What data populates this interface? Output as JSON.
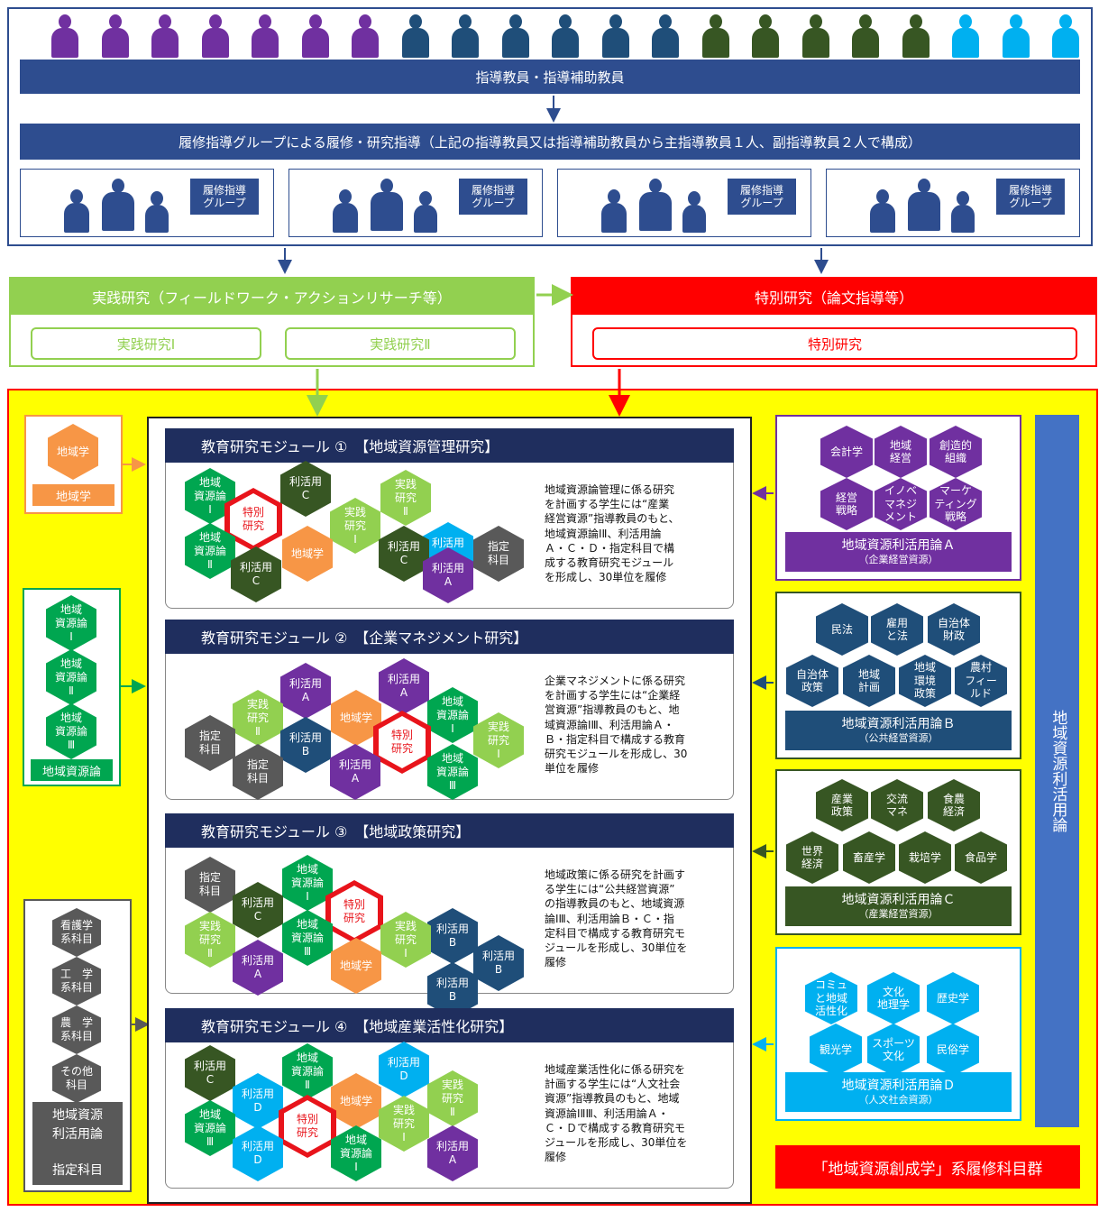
{
  "top": {
    "faculty_label": "指導教員・指導補助教員",
    "guidance_label": "履修指導グループによる履修・研究指導（上記の指導教員又は指導補助教員から主指導教員１人、副指導教員２人で構成）",
    "group_label": "履修指導\nグループ",
    "person_colors": [
      "#7030A0",
      "#1F4E79",
      "#375623",
      "#00B0F0"
    ]
  },
  "practice": {
    "title": "実践研究（フィールドワーク・アクションリサーチ等）",
    "item1": "実践研究Ⅰ",
    "item2": "実践研究Ⅱ",
    "color": "#92D050"
  },
  "special": {
    "title": "特別研究（論文指導等）",
    "item": "特別研究",
    "color": "#FF0000"
  },
  "left": {
    "chiiki_hex": "地域学",
    "chiiki_label": "地域学",
    "shigen_hexes": [
      "地域\n資源論\nⅠ",
      "地域\n資源論\nⅡ",
      "地域\n資源論\nⅢ"
    ],
    "shigen_label": "地域資源論",
    "other_hexes": [
      "看護学\n系科目",
      "工　学\n系科目",
      "農　学\n系科目",
      "その他\n科目"
    ],
    "other_label": "地域資源\n利活用論\n\n指定科目"
  },
  "modules": [
    {
      "title": "教育研究モジュール ①　【地域資源管理研究】",
      "desc": "地域資源論管理に係る研究\nを計画する学生には“産業\n経営資源”指導教員のもと、\n地域資源論ⅠⅡ、利活用論\nＡ・Ｃ・Ｄ・指定科目で構\n成する教育研究モジュール\nを形成し、30単位を履修"
    },
    {
      "title": "教育研究モジュール ②　【企業マネジメント研究】",
      "desc": "企業マネジメントに係る研究\nを計画する学生には“企業経\n営資源”指導教員のもと、地\n域資源論ⅠⅢ、利活用論Ａ・\nＢ・指定科目で構成する教育\n研究モジュールを形成し、30\n単位を履修"
    },
    {
      "title": "教育研究モジュール ③　【地域政策研究】",
      "desc": "地域政策に係る研究を計画す\nる学生には“公共経営資源”\nの指導教員のもと、地域資源\n論ⅠⅢ、利活用論Ｂ・Ｃ・指\n定科目で構成する教育研究モ\nジュールを形成し、30単位を\n履修"
    },
    {
      "title": "教育研究モジュール ④　【地域産業活性化研究】",
      "desc": "地域産業活性化に係る研究を\n計画する学生には“人文社会\n資源”指導教員のもと、地域\n資源論ⅠⅡⅢ、利活用論Ａ・\nＣ・Ｄで構成する教育研究モ\nジュールを形成し、30単位を\n履修"
    }
  ],
  "hex_labels": {
    "shigen1": "地域\n資源論\nⅠ",
    "shigen2": "地域\n資源論\nⅡ",
    "shigen3": "地域\n資源論\nⅢ",
    "tokubetsu": "特別\n研究",
    "riyouA": "利活用\nA",
    "riyouB": "利活用\nB",
    "riyouC": "利活用\nC",
    "riyouD": "利活用\nD",
    "jissen1": "実践\n研究\nⅠ",
    "jissen2": "実践\n研究\nⅡ",
    "chiikigaku": "地域学",
    "shitei": "指定\n科目"
  },
  "right": {
    "A": {
      "hexes": [
        "会計学",
        "地域\n経営",
        "創造的\n組織",
        "経営\n戦略",
        "イノベ\nマネジ\nメント",
        "マーケ\nティング\n戦略"
      ],
      "title": "地域資源利活用論Ａ",
      "sub": "（企業経営資源）",
      "color": "#7030A0"
    },
    "B": {
      "hexes": [
        "民法",
        "雇用\nと法",
        "自治体\n財政",
        "自治体\n政策",
        "地域\n計画",
        "地域\n環境\n政策",
        "農村\nフィー\nルド"
      ],
      "title": "地域資源利活用論Ｂ",
      "sub": "（公共経営資源）",
      "color": "#1F4E79"
    },
    "C": {
      "hexes": [
        "産業\n政策",
        "交流\nマネ",
        "食農\n経済",
        "世界\n経済",
        "畜産学",
        "栽培学",
        "食品学"
      ],
      "title": "地域資源利活用論Ｃ",
      "sub": "（産業経営資源）",
      "color": "#375623"
    },
    "D": {
      "hexes": [
        "コミュ\nと地域\n活性化",
        "文化\n地理学",
        "歴史学",
        "観光学",
        "スポーツ\n文化",
        "民俗学"
      ],
      "title": "地域資源利活用論Ｄ",
      "sub": "（人文社会資源）",
      "color": "#00B0F0"
    },
    "vertical_label": "地域資源利活用論"
  },
  "bottom_label": "「地域資源創成学」系履修科目群",
  "colors": {
    "yellow": "#FFFF00",
    "navy": "#1F2E5E",
    "blue_banner": "#2E4D8F",
    "purple": "#7030A0",
    "darkblue": "#1F4E79",
    "darkgreen": "#375623",
    "cyan": "#00B0F0",
    "lightgreen": "#92D050",
    "orange": "#F79646",
    "gray": "#595959",
    "red": "#FF0000"
  }
}
